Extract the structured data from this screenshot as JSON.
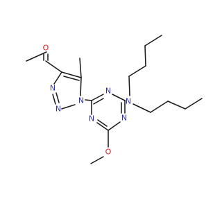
{
  "molecule": {
    "atoms": {
      "carbonyl_o": {
        "element": "O",
        "color": "#e01919"
      },
      "triazole_n3": {
        "element": "N",
        "color": "#2b2bd6"
      },
      "triazole_n2": {
        "element": "N",
        "color": "#2b2bd6"
      },
      "triazole_n1": {
        "element": "N",
        "color": "#2b2bd6"
      },
      "triazine_n_top": {
        "element": "N",
        "color": "#2b2bd6"
      },
      "triazine_n_left": {
        "element": "N",
        "color": "#2b2bd6"
      },
      "triazine_n_right": {
        "element": "N",
        "color": "#2b2bd6"
      },
      "amine_n": {
        "element": "N",
        "color": "#2b2bd6"
      },
      "methoxy_o": {
        "element": "O",
        "color": "#e01919"
      }
    },
    "bond_color": "#1a1a1a"
  }
}
